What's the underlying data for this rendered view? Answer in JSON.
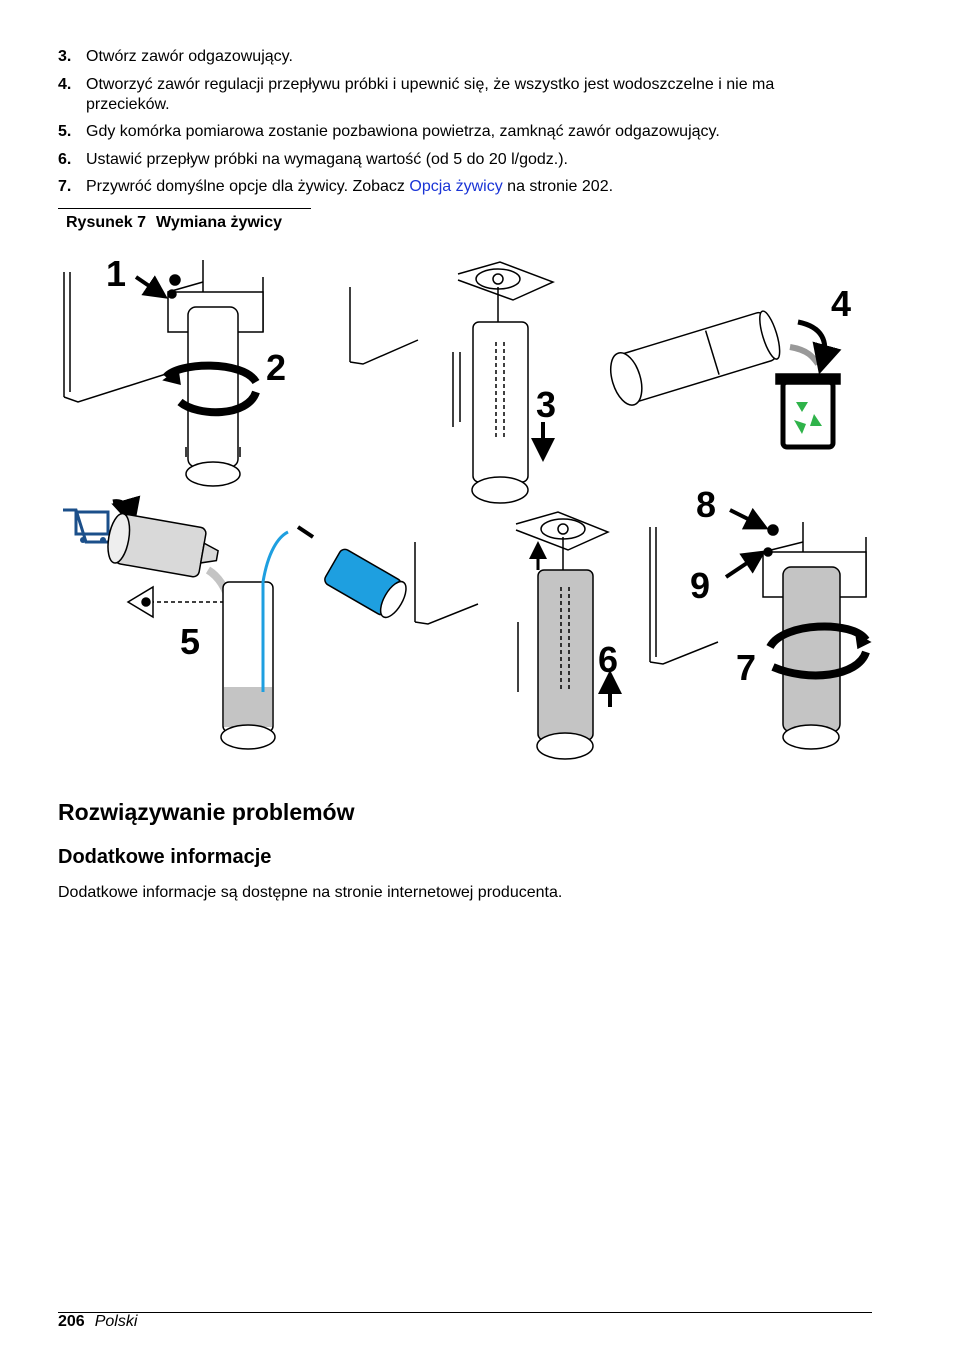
{
  "steps": [
    {
      "num": "3.",
      "text": "Otwórz zawór odgazowujący."
    },
    {
      "num": "4.",
      "text": "Otworzyć zawór regulacji przepływu próbki i upewnić się, że wszystko jest wodoszczelne i nie ma przecieków."
    },
    {
      "num": "5.",
      "text": "Gdy komórka pomiarowa zostanie pozbawiona powietrza, zamknąć zawór odgazowujący."
    },
    {
      "num": "6.",
      "text": "Ustawić przepływ próbki na wymaganą wartość (od 5 do 20 l/godz.)."
    },
    {
      "num": "7.",
      "before": "Przywróć domyślne opcje dla żywicy. Zobacz ",
      "link": "Opcja żywicy",
      "after": " na stronie 202."
    }
  ],
  "figure": {
    "label": "Rysunek 7",
    "title": "Wymiana żywicy",
    "callouts": [
      "1",
      "2",
      "3",
      "4",
      "5",
      "6",
      "7",
      "8",
      "9"
    ]
  },
  "section_title": "Rozwiązywanie problemów",
  "subsection_title": "Dodatkowe informacje",
  "paragraph": "Dodatkowe informacje są dostępne na stronie internetowej producenta.",
  "footer": {
    "page": "206",
    "language": "Polski"
  },
  "colors": {
    "link": "#1a34d6",
    "resin_blue": "#1e9fe0",
    "recycle_green": "#2fb34a",
    "resin_gray": "#c4c4c4"
  }
}
